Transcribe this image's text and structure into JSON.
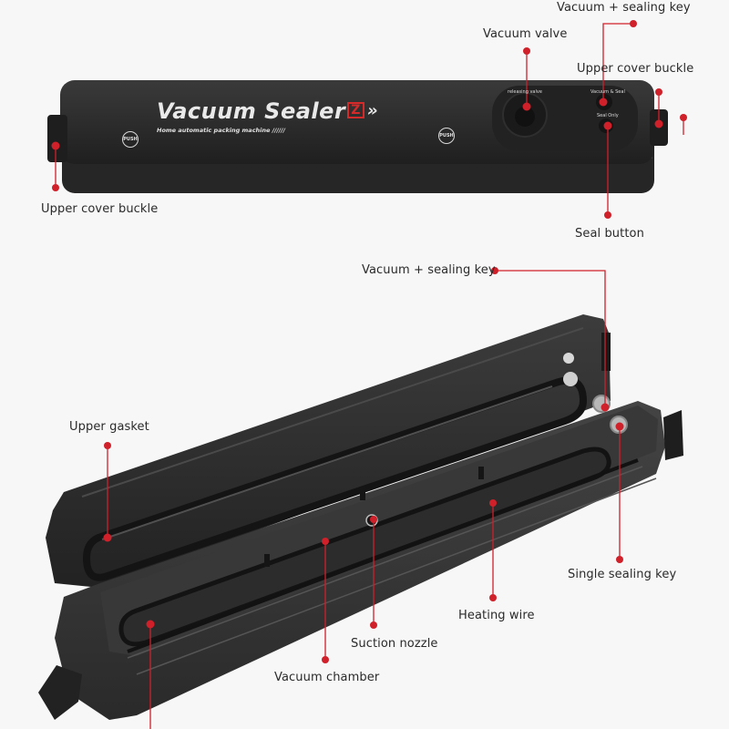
{
  "product": {
    "brand_name": "Vacuum Sealer",
    "brand_badge": "Z",
    "brand_chevrons": "»",
    "tagline": "Home automatic packing machine //////",
    "push_label": "PUSH",
    "panel_valve_text": "releasing valve",
    "panel_vacuum_text": "Vacuum & Seal",
    "panel_seal_text": "Seal Only"
  },
  "callouts": {
    "top": [
      {
        "id": "vacuum-sealing-key-top",
        "label": "Vacuum + sealing key"
      },
      {
        "id": "vacuum-valve",
        "label": "Vacuum valve"
      },
      {
        "id": "upper-cover-buckle-right",
        "label": "Upper cover buckle"
      },
      {
        "id": "upper-cover-buckle-left",
        "label": "Upper cover buckle"
      },
      {
        "id": "seal-button",
        "label": "Seal button"
      }
    ],
    "bottom": [
      {
        "id": "vacuum-sealing-key-bottom",
        "label": "Vacuum + sealing key"
      },
      {
        "id": "upper-gasket",
        "label": "Upper gasket"
      },
      {
        "id": "single-sealing-key",
        "label": "Single sealing key"
      },
      {
        "id": "heating-wire",
        "label": "Heating wire"
      },
      {
        "id": "suction-nozzle",
        "label": "Suction nozzle"
      },
      {
        "id": "vacuum-chamber",
        "label": "Vacuum chamber"
      }
    ]
  },
  "colors": {
    "callout_red": "#d0202a",
    "device_body": "#2b2b2b",
    "device_dark": "#1c1c1c",
    "background": "#f7f7f7",
    "label_text": "#2a2a2a"
  }
}
